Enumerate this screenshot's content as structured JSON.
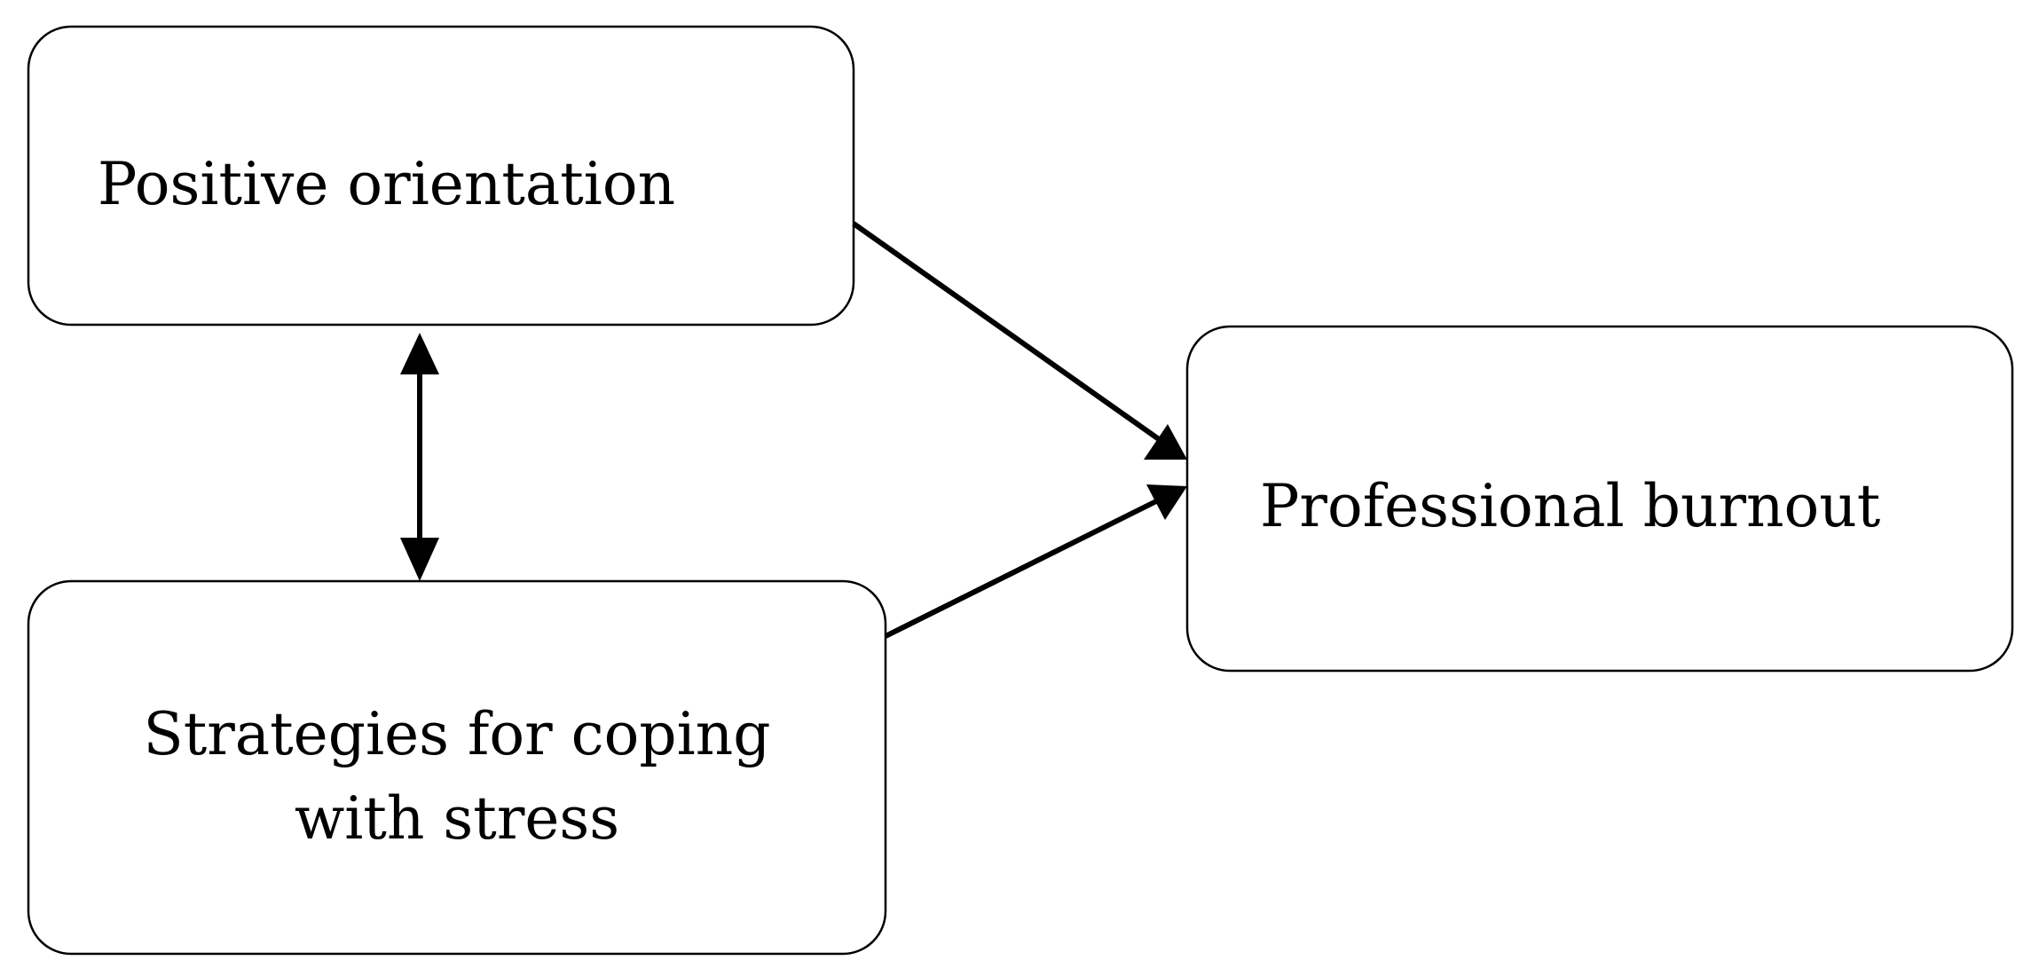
{
  "diagram": {
    "nodes": {
      "positive_orientation": {
        "label": "Positive orientation"
      },
      "coping_strategies": {
        "line1": "Strategies for coping",
        "line2": "with stress"
      },
      "professional_burnout": {
        "label": "Professional burnout"
      }
    },
    "edges": [
      {
        "from": "positive_orientation",
        "to": "coping_strategies",
        "type": "bidirectional"
      },
      {
        "from": "positive_orientation",
        "to": "professional_burnout",
        "type": "directed"
      },
      {
        "from": "coping_strategies",
        "to": "professional_burnout",
        "type": "directed"
      }
    ]
  }
}
